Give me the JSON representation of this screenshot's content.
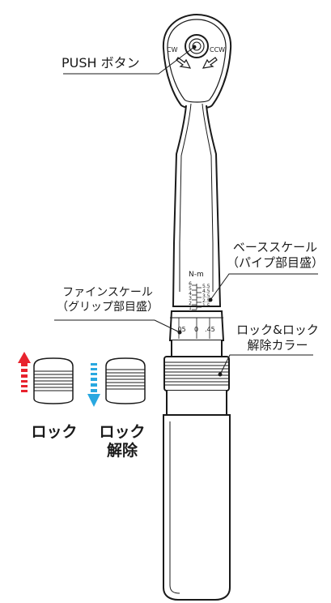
{
  "labels": {
    "push_button": "PUSH ボタン",
    "base_scale_line1": "ベーススケール",
    "base_scale_line2": "（パイプ部目盛）",
    "fine_scale_line1": "ファインスケール",
    "fine_scale_line2": "（グリップ部目盛）",
    "lock_collar_line1": "ロック&ロック",
    "lock_collar_line2": "解除カラー",
    "lock": "ロック",
    "unlock_line1": "ロック",
    "unlock_line2": "解除"
  },
  "head_markings": {
    "cw": "CW",
    "ccw": "CCW"
  },
  "scale": {
    "unit": "N-m",
    "left_ticks": [
      "6",
      "5",
      "4",
      "3",
      "2",
      "1"
    ],
    "right_ticks": [
      "5.5",
      "4.5",
      "3.5",
      "2.5",
      "1.5"
    ],
    "fine_ticks": [
      ".05",
      "0",
      ".45"
    ]
  },
  "colors": {
    "lock_arrow": "#e8232e",
    "unlock_arrow": "#29a8e0",
    "line": "#1a1a1a"
  }
}
